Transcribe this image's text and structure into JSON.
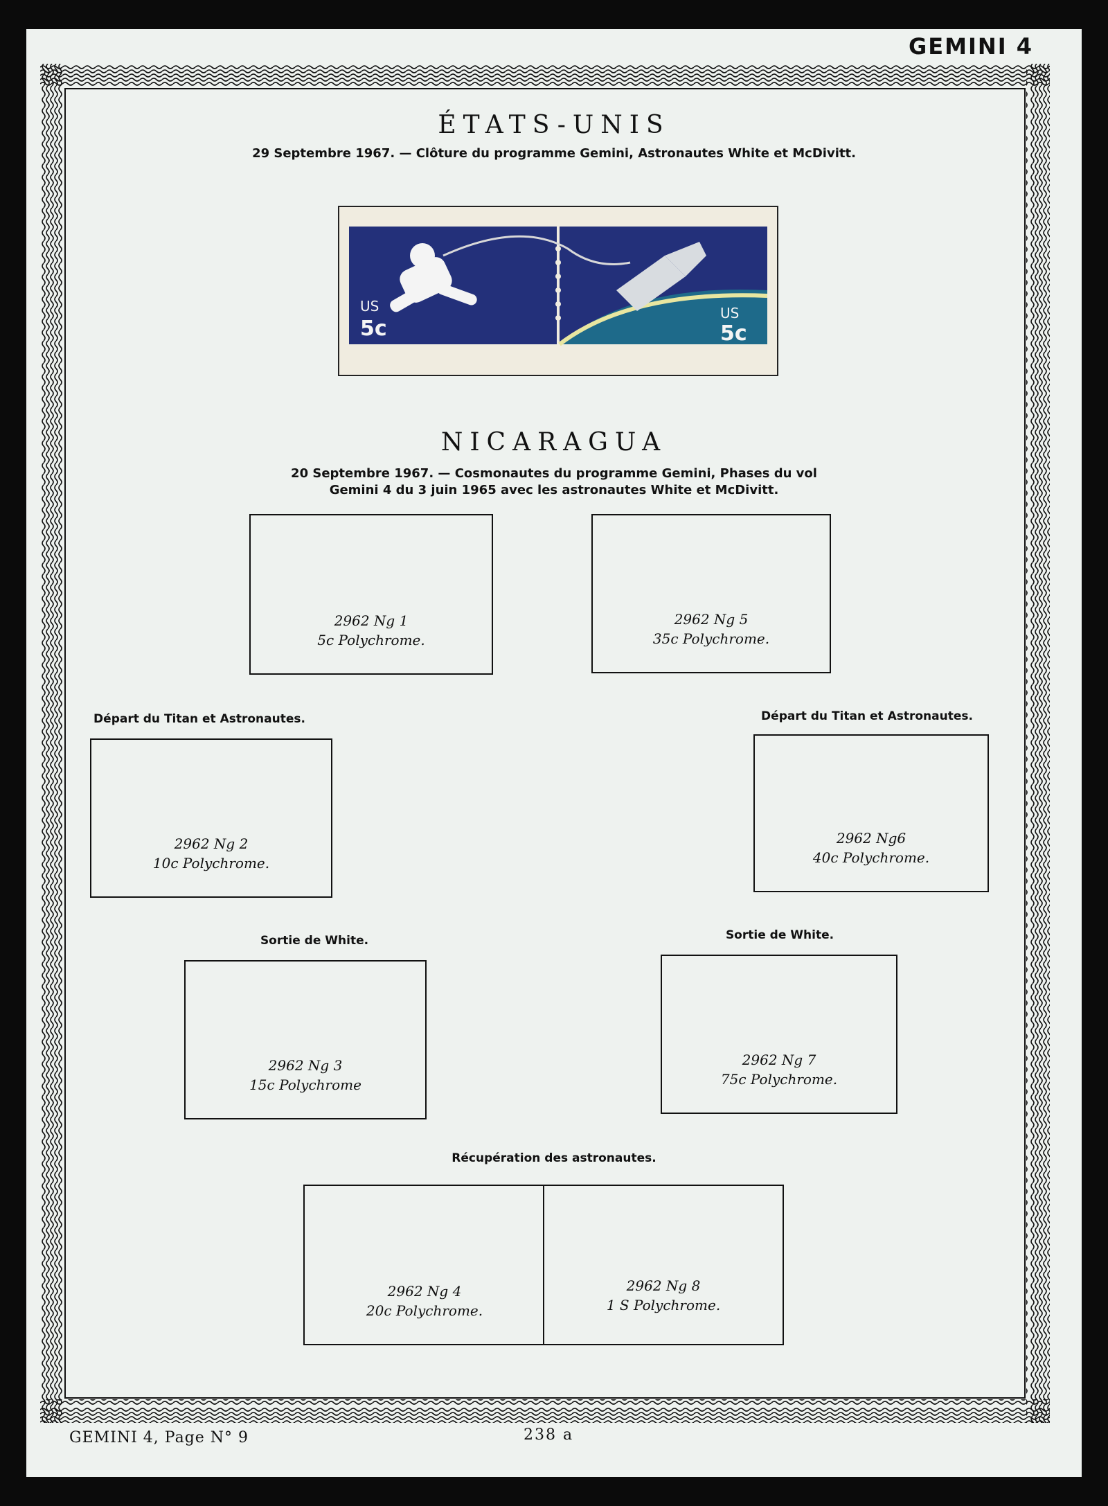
{
  "header": {
    "series": "GEMINI 4"
  },
  "etats_unis": {
    "title": "ÉTATS-UNIS",
    "caption": "29 Septembre 1967. — Clôture du programme Gemini, Astronautes White et McDivitt.",
    "stamp": {
      "left_denom_country": "US",
      "left_denom_value": "5c",
      "right_denom_country": "US",
      "right_denom_value": "5c"
    }
  },
  "nicaragua": {
    "title": "NICARAGUA",
    "caption_line1": "20 Septembre 1967. — Cosmonautes du programme Gemini, Phases du vol",
    "caption_line2": "Gemini 4 du 3 juin 1965 avec les astronautes White et McDivitt."
  },
  "labels": {
    "depart_left": "Départ du Titan et Astronautes.",
    "depart_right": "Départ du Titan et Astronautes.",
    "sortie_left": "Sortie de White.",
    "sortie_right": "Sortie de White.",
    "recuperation": "Récupération des astronautes."
  },
  "boxes": {
    "ng1": {
      "code": "2962 Ng 1",
      "desc": "5c Polychrome."
    },
    "ng5": {
      "code": "2962 Ng 5",
      "desc": "35c Polychrome."
    },
    "ng2": {
      "code": "2962 Ng 2",
      "desc": "10c Polychrome."
    },
    "ng6": {
      "code": "2962 Ng6",
      "desc": "40c Polychrome."
    },
    "ng3": {
      "code": "2962 Ng 3",
      "desc": "15c Polychrome"
    },
    "ng7": {
      "code": "2962 Ng 7",
      "desc": "75c Polychrome."
    },
    "ng4": {
      "code": "2962 Ng 4",
      "desc": "20c Polychrome."
    },
    "ng8": {
      "code": "2962 Ng 8",
      "desc": "1 S Polychrome."
    }
  },
  "footer": {
    "page_ref": "GEMINI 4, Page N° 9",
    "page_number": "238 a"
  },
  "colors": {
    "page_bg": "#eef2ef",
    "stamp_space": "#23307a",
    "stamp_ocean": "#1e6a8a"
  }
}
